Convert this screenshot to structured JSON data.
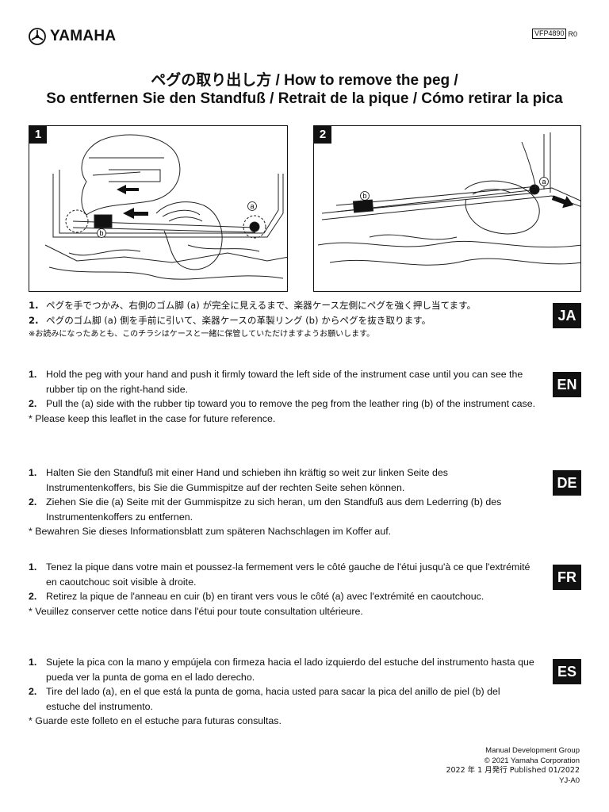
{
  "header": {
    "brand": "YAMAHA",
    "doc_code": "VFP4890",
    "doc_rev": "R0"
  },
  "titles": {
    "line1": "ペグの取り出し方 / How to remove the peg /",
    "line2": "So entfernen Sie den Standfuß / Retrait de la pique / Cómo retirar la pica"
  },
  "figures": [
    {
      "number": "1",
      "callouts": [
        "a",
        "b"
      ]
    },
    {
      "number": "2",
      "callouts": [
        "a",
        "b"
      ]
    }
  ],
  "sections": [
    {
      "lang": "JA",
      "steps": [
        {
          "num": "1.",
          "text": "ペグを手でつかみ、右側のゴム脚 (a) が完全に見えるまで、楽器ケース左側にペグを強く押し当てます。"
        },
        {
          "num": "2.",
          "text": "ペグのゴム脚 (a) 側を手前に引いて、楽器ケースの革製リング (b) からペグを抜き取ります。"
        }
      ],
      "note": "※お読みになったあとも、このチラシはケースと一緒に保管していただけますようお願いします。"
    },
    {
      "lang": "EN",
      "steps": [
        {
          "num": "1.",
          "text": "Hold the peg with your hand and push it firmly toward the left side of the instrument case until you can see the rubber tip on the right-hand side."
        },
        {
          "num": "2.",
          "text": "Pull the (a) side with the rubber tip toward you to remove the peg from the leather ring (b) of the instrument case."
        }
      ],
      "note": "* Please keep this leaflet in the case for future reference."
    },
    {
      "lang": "DE",
      "steps": [
        {
          "num": "1.",
          "text": "Halten Sie den Standfuß mit einer Hand und schieben ihn kräftig so weit zur linken Seite des Instrumentenkoffers, bis Sie die Gummispitze auf der rechten Seite sehen können."
        },
        {
          "num": "2.",
          "text": "Ziehen Sie die (a) Seite mit der Gummispitze zu sich heran, um den Standfuß aus dem Lederring (b) des Instrumentenkoffers zu entfernen."
        }
      ],
      "note": "* Bewahren Sie dieses Informationsblatt zum späteren Nachschlagen im Koffer auf."
    },
    {
      "lang": "FR",
      "steps": [
        {
          "num": "1.",
          "text": "Tenez la pique dans votre main et poussez-la fermement vers le côté gauche de l'étui jusqu'à ce que l'extrémité en caoutchouc soit visible à droite."
        },
        {
          "num": "2.",
          "text": "Retirez la pique de l'anneau en cuir (b) en tirant vers vous le côté (a) avec l'extrémité en caoutchouc."
        }
      ],
      "note": "* Veuillez conserver cette notice dans l'étui pour toute consultation ultérieure."
    },
    {
      "lang": "ES",
      "steps": [
        {
          "num": "1.",
          "text": "Sujete la pica con la mano y empújela con firmeza hacia el lado izquierdo del estuche del instrumento hasta que pueda ver la punta de goma en el lado derecho."
        },
        {
          "num": "2.",
          "text": "Tire del lado (a), en el que está la punta de goma, hacia usted para sacar la pica del anillo de piel (b) del estuche del instrumento."
        }
      ],
      "note": "* Guarde este folleto en el estuche para futuras consultas."
    }
  ],
  "footer": {
    "group": "Manual Development Group",
    "copyright": "© 2021 Yamaha Corporation",
    "published": "2022 年 1 月発行 Published 01/2022",
    "code": "YJ-A0"
  }
}
